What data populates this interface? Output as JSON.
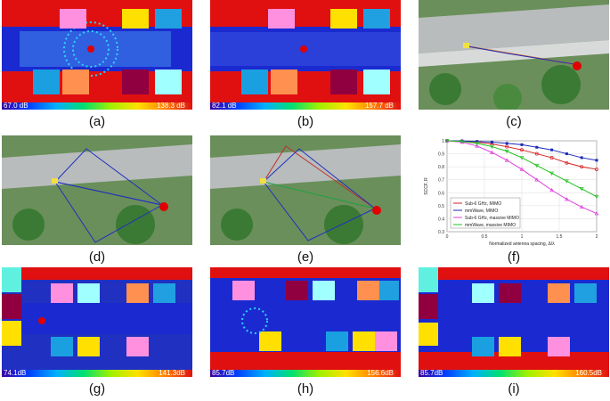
{
  "panels": [
    {
      "label": "(a)",
      "cbar_min": "67.0 dB",
      "cbar_max": "138.3 dB"
    },
    {
      "label": "(b)",
      "cbar_min": "82.1 dB",
      "cbar_max": "157.7 dB"
    },
    {
      "label": "(c)"
    },
    {
      "label": "(d)"
    },
    {
      "label": "(e)"
    },
    {
      "label": "(f)"
    },
    {
      "label": "(g)",
      "cbar_min": "74.1dB",
      "cbar_max": "141.3dB"
    },
    {
      "label": "(h)",
      "cbar_min": "85.7dB",
      "cbar_max": "156.6dB"
    },
    {
      "label": "(i)",
      "cbar_min": "85.7dB",
      "cbar_max": "160.5dB"
    }
  ],
  "chart_data": {
    "type": "line",
    "xlabel": "Normalized antenna spacing, Δ/λ",
    "ylabel": "SCCF, R",
    "xlim": [
      0,
      2
    ],
    "ylim": [
      0.3,
      1
    ],
    "xticks": [
      "0",
      "0.5",
      "1",
      "1.5",
      "2"
    ],
    "yticks": [
      "0.3",
      "0.4",
      "0.5",
      "0.6",
      "0.7",
      "0.8",
      "0.9",
      "1"
    ],
    "legend_position": "bottom-left",
    "x": [
      0,
      0.2,
      0.4,
      0.6,
      0.8,
      1.0,
      1.2,
      1.4,
      1.6,
      1.8,
      2.0
    ],
    "series": [
      {
        "name": "Sub-6 GHz, MIMO",
        "color": "#d62020",
        "marker": "circle",
        "values": [
          1.0,
          0.998,
          0.99,
          0.975,
          0.955,
          0.93,
          0.9,
          0.87,
          0.83,
          0.8,
          0.78
        ]
      },
      {
        "name": "mmWave, MIMO",
        "color": "#1a2ab8",
        "marker": "square",
        "values": [
          1.0,
          0.999,
          0.995,
          0.99,
          0.98,
          0.97,
          0.95,
          0.93,
          0.9,
          0.87,
          0.85
        ]
      },
      {
        "name": "Sub-6 GHz, massive MIMO",
        "color": "#e040e0",
        "marker": "triangle",
        "values": [
          1.0,
          0.99,
          0.96,
          0.91,
          0.85,
          0.78,
          0.7,
          0.62,
          0.55,
          0.49,
          0.44
        ]
      },
      {
        "name": "mmWave, massive MIMO",
        "color": "#20c020",
        "marker": "triangle-down",
        "values": [
          1.0,
          0.995,
          0.98,
          0.955,
          0.92,
          0.87,
          0.81,
          0.75,
          0.69,
          0.63,
          0.57
        ]
      }
    ]
  }
}
